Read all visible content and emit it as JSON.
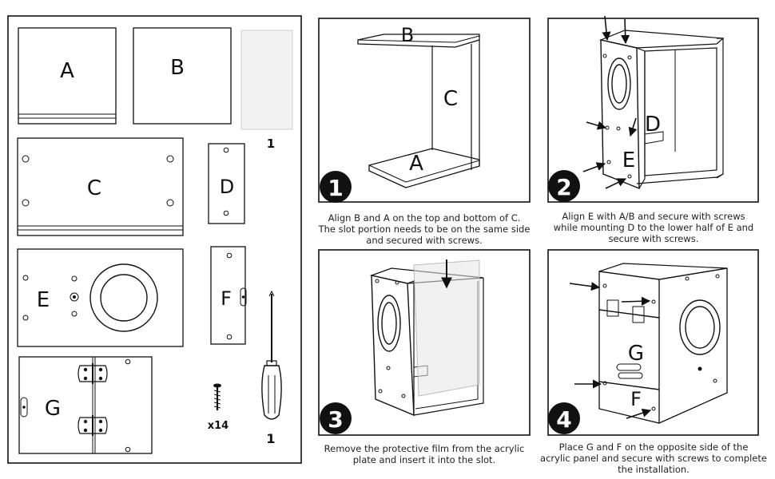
{
  "parts": {
    "A": "A",
    "B": "B",
    "C": "C",
    "D": "D",
    "E": "E",
    "F": "F",
    "G": "G",
    "acrylic_qty": "1",
    "screw_qty": "x14",
    "screwdriver_qty": "1"
  },
  "steps": [
    {
      "number": "1",
      "labels": [
        "B",
        "C",
        "A"
      ],
      "caption": [
        "Align B and A on the top and bottom of C.",
        "The slot portion needs to be on the same side",
        "and secured with screws."
      ]
    },
    {
      "number": "2",
      "labels": [
        "D",
        "E"
      ],
      "caption": [
        "Align E with A/B and secure with screws",
        "while mounting D to the lower half of E and",
        "secure with screws."
      ]
    },
    {
      "number": "3",
      "labels": [],
      "caption": [
        "Remove the protective film from the acrylic",
        "plate and insert it into the slot."
      ]
    },
    {
      "number": "4",
      "labels": [
        "G",
        "F"
      ],
      "caption": [
        "Place G and F on the opposite side of the",
        "acrylic panel and secure with screws to complete",
        "the installation."
      ]
    }
  ]
}
